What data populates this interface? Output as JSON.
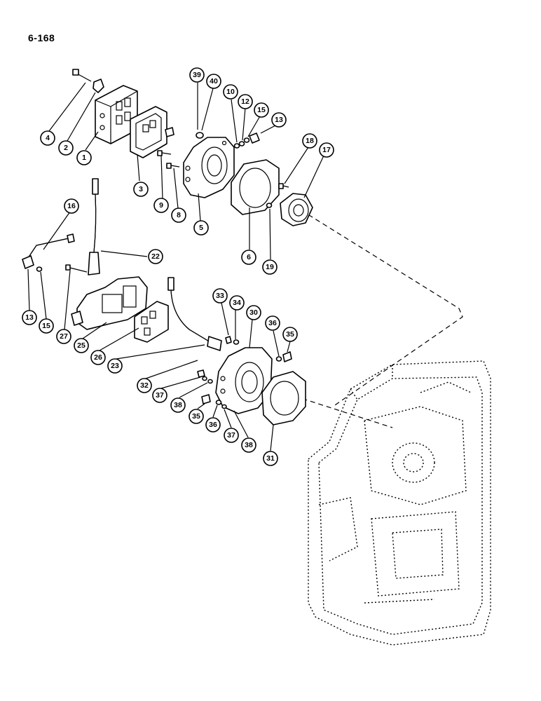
{
  "page": {
    "number": "6-168"
  },
  "callouts": [
    {
      "label": "1"
    },
    {
      "label": "2"
    },
    {
      "label": "3"
    },
    {
      "label": "4"
    },
    {
      "label": "5"
    },
    {
      "label": "6"
    },
    {
      "label": "8"
    },
    {
      "label": "9"
    },
    {
      "label": "10"
    },
    {
      "label": "12"
    },
    {
      "label": "13"
    },
    {
      "label": "13"
    },
    {
      "label": "15"
    },
    {
      "label": "15"
    },
    {
      "label": "16"
    },
    {
      "label": "17"
    },
    {
      "label": "18"
    },
    {
      "label": "19"
    },
    {
      "label": "22"
    },
    {
      "label": "23"
    },
    {
      "label": "25"
    },
    {
      "label": "26"
    },
    {
      "label": "27"
    },
    {
      "label": "30"
    },
    {
      "label": "31"
    },
    {
      "label": "32"
    },
    {
      "label": "33"
    },
    {
      "label": "34"
    },
    {
      "label": "35"
    },
    {
      "label": "35"
    },
    {
      "label": "36"
    },
    {
      "label": "36"
    },
    {
      "label": "37"
    },
    {
      "label": "37"
    },
    {
      "label": "38"
    },
    {
      "label": "38"
    },
    {
      "label": "39"
    },
    {
      "label": "40"
    }
  ]
}
